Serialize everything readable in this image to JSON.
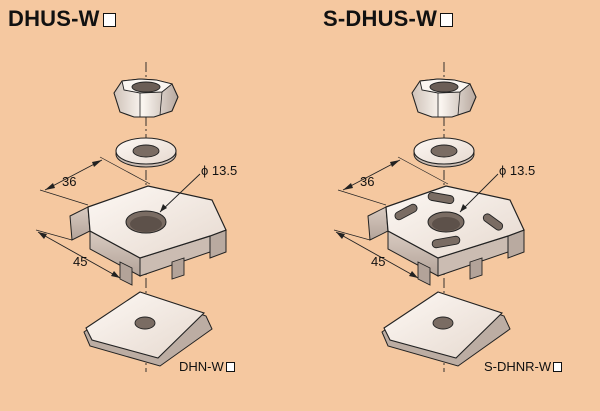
{
  "left": {
    "title": "DHUS-W",
    "dim_width": "36",
    "dim_length": "45",
    "hole_diameter": "ϕ 13.5",
    "washer_label": "DHN-W"
  },
  "right": {
    "title": "S-DHUS-W",
    "dim_width": "36",
    "dim_length": "45",
    "hole_diameter": "ϕ 13.5",
    "washer_label": "S-DHNR-W"
  },
  "colors": {
    "background": "#f5c8a0",
    "metal_light": "#fbf4ee",
    "metal_mid": "#e9ddd3",
    "metal_dark": "#b9aaa0",
    "line": "#222222"
  }
}
